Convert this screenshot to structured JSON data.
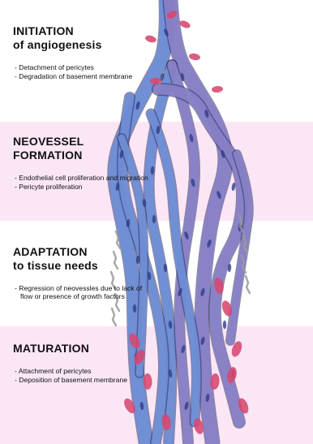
{
  "colors": {
    "band_pink": "#fbe6f6",
    "vessel_blue": "#6f8fd6",
    "vessel_purple": "#8a82c8",
    "endothelial_nucleus": "#2f3c86",
    "pericyte_red": "#d8476f",
    "matrix_gray": "#9a9a9a"
  },
  "stages": [
    {
      "title_line1": "INITIATION",
      "title_line2": "of angiogenesis",
      "bullets": [
        "Detachment of pericytes",
        "Degradation of basement membrane"
      ]
    },
    {
      "title_line1": "NEOVESSEL",
      "title_line2": "FORMATION",
      "bullets": [
        "Endothelial cell proliferation and migration",
        "Pericyte proliferation"
      ]
    },
    {
      "title_line1": "ADAPTATION",
      "title_line2": "to tissue needs",
      "bullets": [
        "Regression of neovessles due to lack of flow or presence of growth factors"
      ]
    },
    {
      "title_line1": "MATURATION",
      "title_line2": "",
      "bullets": [
        "Attachment of pericytes",
        "Deposition of basement membrane"
      ]
    }
  ]
}
